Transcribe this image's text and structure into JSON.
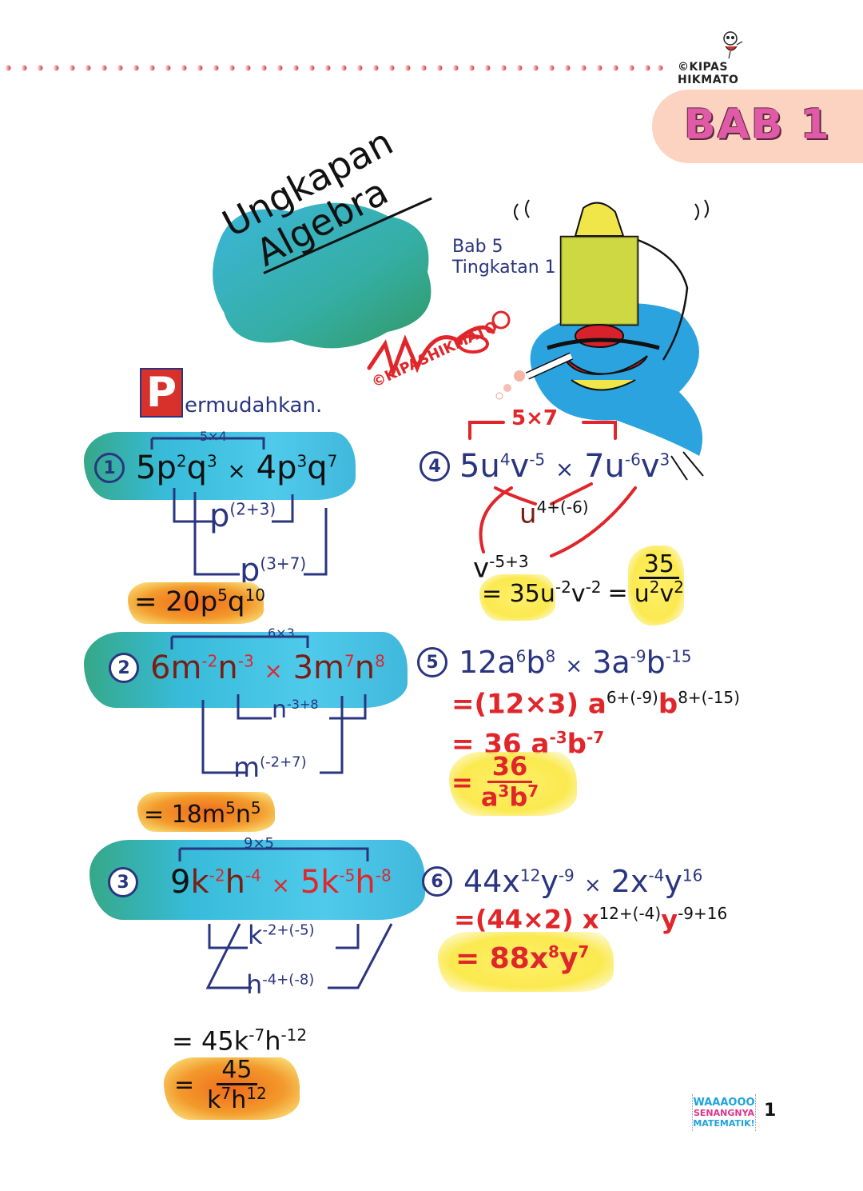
{
  "header": {
    "brand": "©KIPAS HIKMATO",
    "chapter_label": "BAB 1",
    "dot_color": "#d8312b"
  },
  "title": {
    "line1": "Ungkapan",
    "line2": "Algebra",
    "reference_line1": "Bab 5",
    "reference_line2": "Tingkatan 1",
    "signature": "©KIPASHIKMATO"
  },
  "instruction": {
    "cap": "P",
    "rest": "ermudahkan."
  },
  "questions": [
    {
      "number": "1",
      "coef_note": "5×4",
      "expression": {
        "c1": "5",
        "v1": "p",
        "e1": "2",
        "v2": "q",
        "e2": "3",
        "op": "×",
        "c2": "4",
        "v3": "p",
        "e3": "3",
        "v4": "q",
        "e4": "7"
      },
      "steps": [
        {
          "base": "p",
          "exp": "(2+3)"
        },
        {
          "base": "p",
          "exp": "(3+7)"
        }
      ],
      "answer": {
        "prefix": "= 20",
        "v1": "p",
        "e1": "5",
        "v2": "q",
        "e2": "10"
      }
    },
    {
      "number": "2",
      "coef_note": "6×3",
      "expression": {
        "c1": "6",
        "v1": "m",
        "e1": "-2",
        "v2": "n",
        "e2": "-3",
        "op": "×",
        "c2": "3",
        "v3": "m",
        "e3": "7",
        "v4": "n",
        "e4": "8"
      },
      "steps": [
        {
          "base": "n",
          "exp": "-3+8"
        },
        {
          "base": "m",
          "exp": "(-2+7)"
        }
      ],
      "answer": {
        "prefix": "= 18",
        "v1": "m",
        "e1": "5",
        "v2": "n",
        "e2": "5"
      }
    },
    {
      "number": "3",
      "coef_note": "9×5",
      "expression": {
        "c1": "9",
        "v1": "k",
        "e1": "-2",
        "v2": "h",
        "e2": "-4",
        "op": "×",
        "c2": "5",
        "v3": "k",
        "e3": "-5",
        "v4": "h",
        "e4": "-8"
      },
      "steps": [
        {
          "base": "k",
          "exp": "-2+(-5)"
        },
        {
          "base": "h",
          "exp": "-4+(-8)"
        }
      ],
      "answer_step": {
        "prefix": "= 45",
        "v1": "k",
        "e1": "-7",
        "v2": "h",
        "e2": "-12"
      },
      "answer": {
        "prefix": "=",
        "numerator": "45",
        "den_v1": "k",
        "den_e1": "7",
        "den_v2": "h",
        "den_e2": "12"
      }
    },
    {
      "number": "4",
      "coef_note": "5×7",
      "expression": {
        "c1": "5",
        "v1": "u",
        "e1": "4",
        "v2": "v",
        "e2": "-5",
        "op": "×",
        "c2": "7",
        "v3": "u",
        "e3": "-6",
        "v4": "v",
        "e4": "3"
      },
      "steps": [
        {
          "base": "u",
          "exp": "4+(-6)"
        },
        {
          "base": "v",
          "exp": "-5+3"
        }
      ],
      "answer_step": {
        "prefix": "= 35",
        "v1": "u",
        "e1": "-2",
        "v2": "v",
        "e2": "-2",
        "eq": "="
      },
      "answer": {
        "numerator": "35",
        "den_v1": "u",
        "den_e1": "2",
        "den_v2": "v",
        "den_e2": "2"
      }
    },
    {
      "number": "5",
      "expression": {
        "c1": "12",
        "v1": "a",
        "e1": "6",
        "v2": "b",
        "e2": "8",
        "op": "×",
        "c2": "3",
        "v3": "a",
        "e3": "-9",
        "v4": "b",
        "e4": "-15"
      },
      "line1": {
        "prefix": "=(12×3)",
        "v1": "a",
        "e1": "6+(-9)",
        "v2": "b",
        "e2": "8+(-15)"
      },
      "line2": {
        "prefix": "= 36",
        "v1": "a",
        "e1": "-3",
        "v2": "b",
        "e2": "-7"
      },
      "answer": {
        "prefix": "=",
        "numerator": "36",
        "den_v1": "a",
        "den_e1": "3",
        "den_v2": "b",
        "den_e2": "7"
      }
    },
    {
      "number": "6",
      "expression": {
        "c1": "44",
        "v1": "x",
        "e1": "12",
        "v2": "y",
        "e2": "-9",
        "op": "×",
        "c2": "2",
        "v3": "x",
        "e3": "-4",
        "v4": "y",
        "e4": "16"
      },
      "line1": {
        "prefix": "=(44×2)",
        "v1": "x",
        "e1": "12+(-4)",
        "v2": "y",
        "e2": "-9+16"
      },
      "answer": {
        "prefix": "= 88",
        "v1": "x",
        "e1": "8",
        "v2": "y",
        "e2": "7"
      }
    }
  ],
  "footer": {
    "logo_line1": "WAAAOOO",
    "logo_line2": "SENANGNYA",
    "logo_line3": "MATEMATIK!",
    "page_number": "1"
  }
}
